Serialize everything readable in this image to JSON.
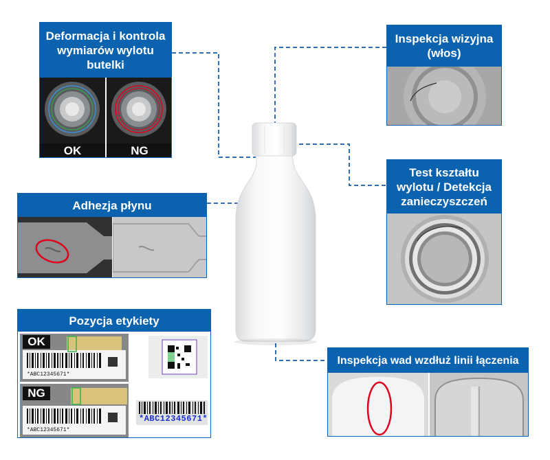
{
  "panels": {
    "mouth": {
      "title": "Deformacja i kontrola wymiarów wylotu butelki",
      "ok_label": "OK",
      "ng_label": "NG"
    },
    "vision": {
      "title": "Inspekcja wizyjna (włos)"
    },
    "liquid": {
      "title": "Adhezja płynu"
    },
    "shape": {
      "title": "Test kształtu wylotu / Detekcja zanieczyszczeń"
    },
    "label": {
      "title": "Pozycja etykiety",
      "ok_label": "OK",
      "ng_label": "NG",
      "code_text": "*ABC12345671*",
      "code_text_big": "*ABC12345671*"
    },
    "seam": {
      "title": "Inspekcja wad wzdłuż linii łączenia"
    }
  },
  "colors": {
    "brand_blue": "#0b63b0",
    "dash_blue": "#2f6fb6",
    "ng_red": "#e0001b",
    "ok_green": "#2fb34a"
  }
}
